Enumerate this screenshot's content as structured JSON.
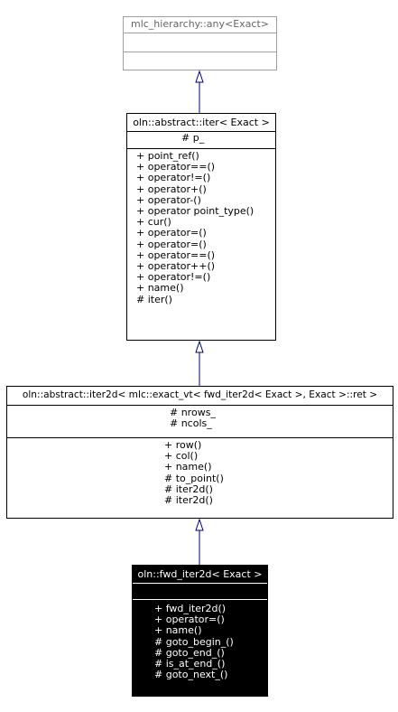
{
  "classes": [
    {
      "id": "any",
      "title": "mlc_hierarchy::any<Exact>",
      "attributes": [],
      "operations": []
    },
    {
      "id": "iter",
      "title": "oln::abstract::iter< Exact >",
      "attributes": [
        "# p_"
      ],
      "operations": [
        "+ point_ref()",
        "+ operator==()",
        "+ operator!=()",
        "+ operator+()",
        "+ operator-()",
        "+ operator point_type()",
        "+ cur()",
        "+ operator=()",
        "+ operator=()",
        "+ operator==()",
        "+ operator++()",
        "+ operator!=()",
        "+ name()",
        "# iter()"
      ]
    },
    {
      "id": "iter2d",
      "title": "oln::abstract::iter2d< mlc::exact_vt< fwd_iter2d< Exact >, Exact >::ret >",
      "attributes": [
        "# nrows_",
        "# ncols_"
      ],
      "operations": [
        "+ row()",
        "+ col()",
        "+ name()",
        "# to_point()",
        "# iter2d()",
        "# iter2d()"
      ]
    },
    {
      "id": "fwd",
      "title": "oln::fwd_iter2d< Exact >",
      "attributes": [],
      "operations": [
        "+ fwd_iter2d()",
        "+ operator=()",
        "+ name()",
        "# goto_begin_()",
        "# goto_end_()",
        "# is_at_end_()",
        "# goto_next_()"
      ]
    }
  ]
}
